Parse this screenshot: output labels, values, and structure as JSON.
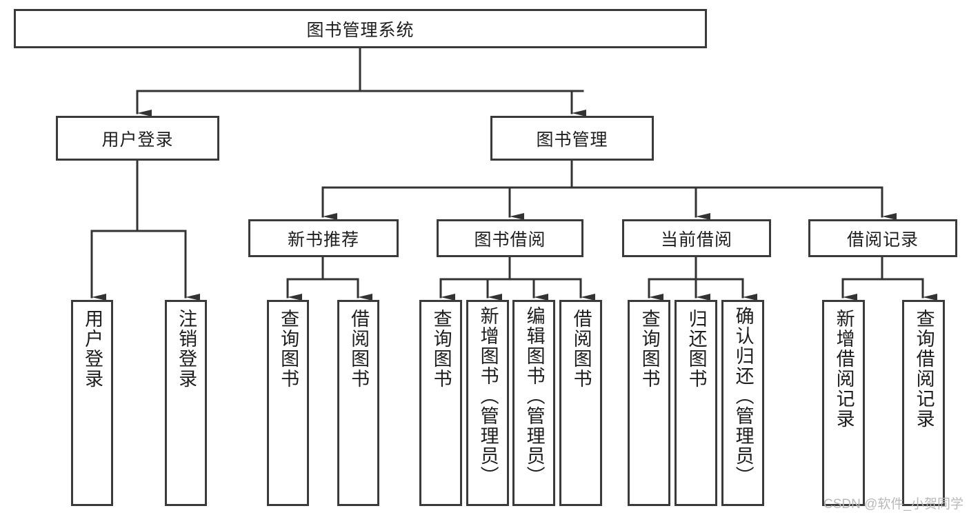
{
  "diagram": {
    "title_node": {
      "label": "图书管理系统"
    },
    "level2": [
      {
        "label": "用户登录"
      },
      {
        "label": "图书管理"
      }
    ],
    "level3": [
      {
        "label": "新书推荐"
      },
      {
        "label": "图书借阅"
      },
      {
        "label": "当前借阅"
      },
      {
        "label": "借阅记录"
      }
    ],
    "leaves": {
      "user_login": [
        {
          "label": "用户登录"
        },
        {
          "label": "注销登录"
        }
      ],
      "new_book_recommend": [
        {
          "label": "查询图书"
        },
        {
          "label": "借阅图书"
        }
      ],
      "book_borrow": [
        {
          "label": "查询图书"
        },
        {
          "label": "新增图书（管理员）"
        },
        {
          "label": "编辑图书（管理员）"
        },
        {
          "label": "借阅图书"
        }
      ],
      "current_borrow": [
        {
          "label": "查询图书"
        },
        {
          "label": "归还图书"
        },
        {
          "label": "确认归还（管理员）"
        }
      ],
      "borrow_record": [
        {
          "label": "新增借阅记录"
        },
        {
          "label": "查询借阅记录"
        }
      ]
    }
  },
  "watermark": {
    "text": "CSDN @软件_小贺同学"
  },
  "colors": {
    "box_border": "#3a3a3a",
    "line": "#333333",
    "text": "#1d1d1d",
    "watermark": "#b9b9b9",
    "background": "#ffffff"
  }
}
